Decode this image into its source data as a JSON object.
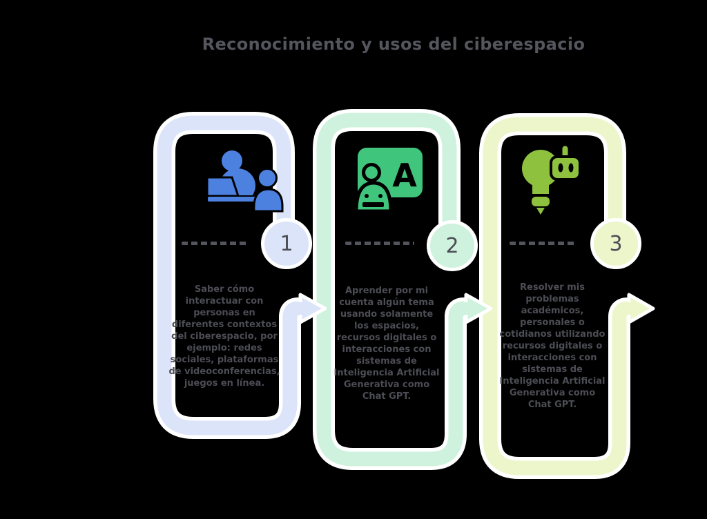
{
  "title": "Reconocimiento y usos del ciberespacio",
  "colors": {
    "background": "#000000",
    "outline_white": "#ffffff",
    "card1": "#dce4f9",
    "card2": "#cff2de",
    "card3": "#edf6cb",
    "icon1": "#4d81e0",
    "icon2": "#40c57d",
    "icon3": "#8ec13e",
    "ink": "#4c4d55",
    "title_ink": "#54555d",
    "dash": "#54555c"
  },
  "board_letter": "A",
  "steps": [
    {
      "number": "1",
      "icon": "person-laptop-icon",
      "text": "Saber cómo interactuar con personas en diferentes contextos del ciberespacio, por ejemplo: redes sociales, plataformas de videoconferencias, juegos en línea."
    },
    {
      "number": "2",
      "icon": "teacher-board-icon",
      "text": "Aprender por mi cuenta algún tema usando solamente los espacios, recursos digitales o interacciones con sistemas de Inteligencia Artificial Generativa como Chat GPT."
    },
    {
      "number": "3",
      "icon": "lightbulb-robot-icon",
      "text": "Resolver mis problemas académicos, personales o cotidianos utilizando recursos digitales o interacciones con sistemas de Inteligencia Artificial Generativa como Chat GPT."
    }
  ]
}
